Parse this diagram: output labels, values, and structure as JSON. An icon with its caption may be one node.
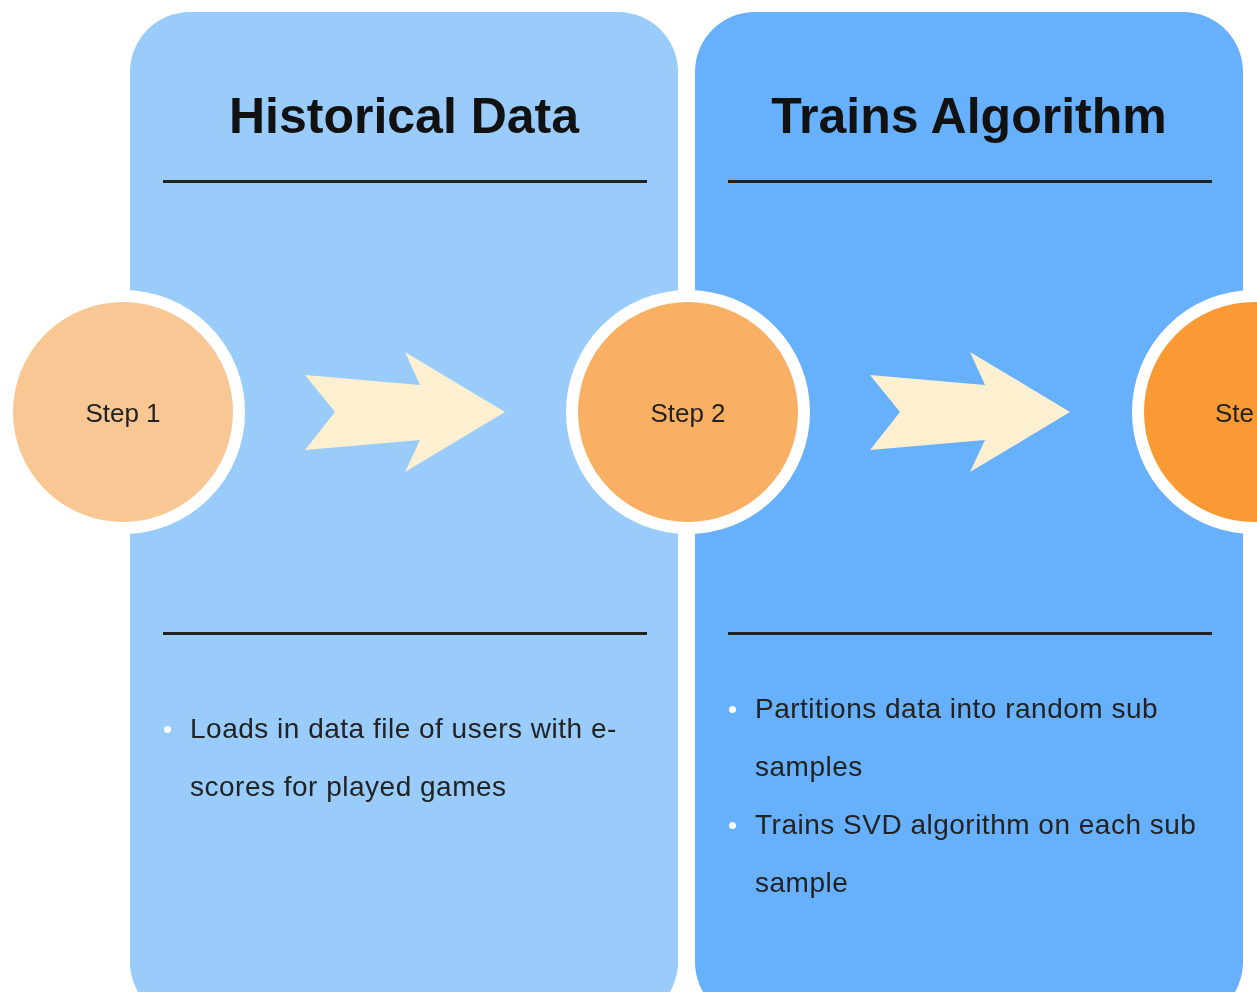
{
  "diagram": {
    "nodes": [
      {
        "text": [
          "Historical Data",
          "Loads in data file of users with e-scores for played games"
        ]
      },
      {
        "text": [
          "Trains Algorithm",
          "Partitions data into random sub samples",
          "Trains SVD algorithm on each sub sample"
        ]
      },
      {
        "text": [
          "Step 1"
        ]
      },
      {
        "text": [
          "Step 2"
        ]
      },
      {
        "text": [
          "Ste"
        ]
      }
    ],
    "edges": [
      {
        "from": 2,
        "to": 3,
        "arrow": "to"
      },
      {
        "from": 3,
        "to": 4,
        "arrow": "to"
      }
    ]
  }
}
